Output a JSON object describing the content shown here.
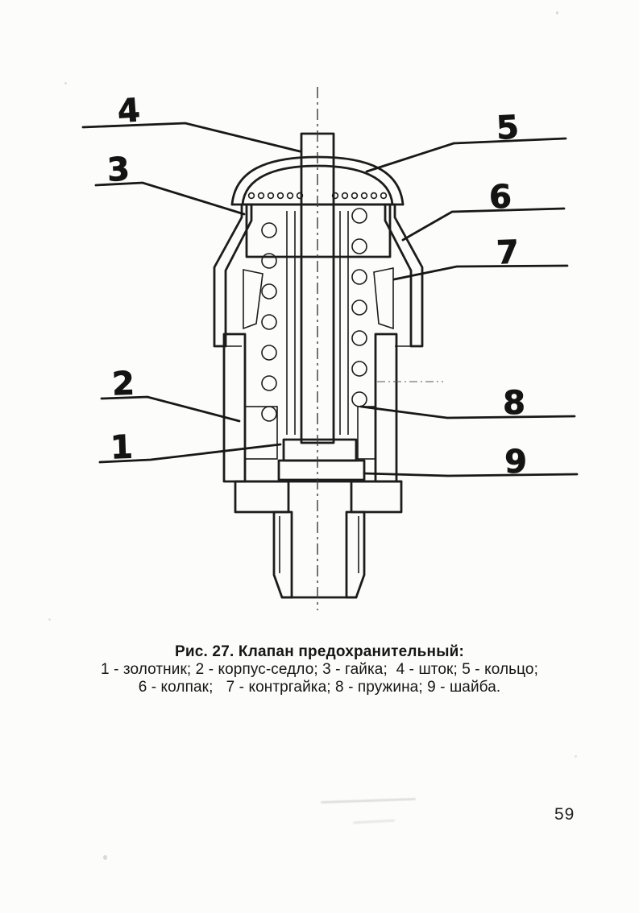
{
  "figure": {
    "caption": {
      "title": "Рис. 27. Клапан предохранительный:",
      "line1": "1 - золотник; 2 - корпус-седло; 3 - гайка;  4 - шток; 5 - кольцо;",
      "line2": "6 - колпак;   7 - контргайка; 8 - пружина; 9 - шайба."
    },
    "callouts": {
      "c1": "1",
      "c2": "2",
      "c3": "3",
      "c4": "4",
      "c5": "5",
      "c6": "6",
      "c7": "7",
      "c8": "8",
      "c9": "9"
    }
  },
  "page": {
    "page_number": "59"
  }
}
